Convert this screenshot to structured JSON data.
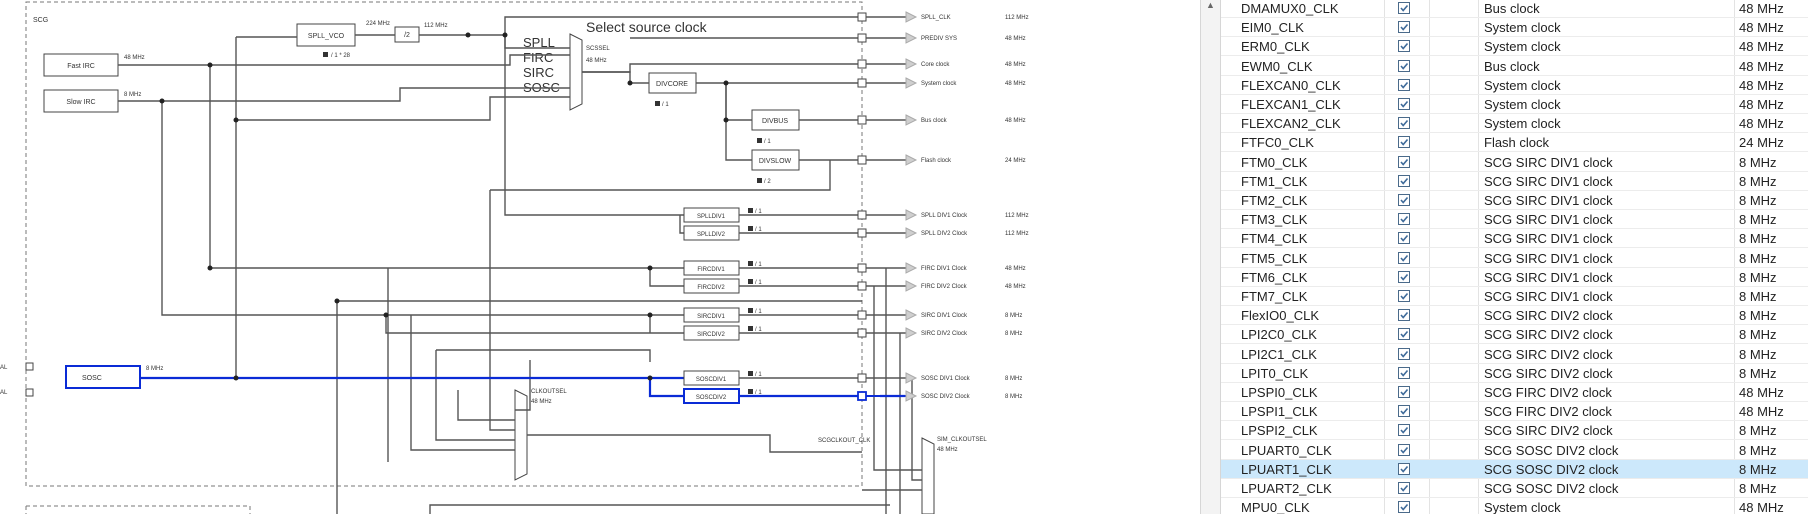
{
  "diagram": {
    "scg_label": "SCG",
    "select_source": "Select source clock",
    "fast_irc": "Fast IRC",
    "fast_irc_freq": "48 MHz",
    "slow_irc": "Slow IRC",
    "slow_irc_freq": "8 MHz",
    "spll_vco": "SPLL_VCO",
    "spll_vco_freq": "224 MHz",
    "div2": "/2",
    "div2_freq": "112 MHz",
    "mul_factor": "/ 1 * 28",
    "mux_inputs": [
      "SPLL",
      "FIRC",
      "SIRC",
      "SOSC"
    ],
    "scssel": "SCSSEL",
    "scssel_freq": "48 MHz",
    "divcore": "DIVCORE",
    "divcore_div": "/ 1",
    "divbus": "DIVBUS",
    "divbus_div": "/ 1",
    "divslow": "DIVSLOW",
    "divslow_div": "/ 2",
    "sosc": "SOSC",
    "sosc_freq": "8 MHz",
    "pin_label_1": "AL",
    "pin_label_2": "AL",
    "clkoutsel": "CLKOUTSEL",
    "clkoutsel_freq": "48 MHz",
    "scgclkout": "SCGCLKOUT_CLK",
    "sim_clkoutsel": "SIM_CLKOUTSEL",
    "sim_clkoutsel_freq": "48 MHz",
    "dividers": [
      {
        "name": "SPLLDIV1",
        "div": "/ 1"
      },
      {
        "name": "SPLLDIV2",
        "div": "/ 1"
      },
      {
        "name": "FIRCDIV1",
        "div": "/ 1"
      },
      {
        "name": "FIRCDIV2",
        "div": "/ 1"
      },
      {
        "name": "SIRCDIV1",
        "div": "/ 1"
      },
      {
        "name": "SIRCDIV2",
        "div": "/ 1"
      },
      {
        "name": "SOSCDIV1",
        "div": "/ 1"
      },
      {
        "name": "SOSCDIV2",
        "div": "/ 1"
      }
    ],
    "outputs": [
      {
        "name": "SPLL_CLK",
        "freq": "112 MHz"
      },
      {
        "name": "PREDIV SYS",
        "freq": "48 MHz"
      },
      {
        "name": "Core clock",
        "freq": "48 MHz"
      },
      {
        "name": "System clock",
        "freq": "48 MHz"
      },
      {
        "name": "Bus clock",
        "freq": "48 MHz"
      },
      {
        "name": "Flash clock",
        "freq": "24 MHz"
      },
      {
        "name": "SPLL DIV1 Clock",
        "freq": "112 MHz"
      },
      {
        "name": "SPLL DIV2 Clock",
        "freq": "112 MHz"
      },
      {
        "name": "FIRC DIV1 Clock",
        "freq": "48 MHz"
      },
      {
        "name": "FIRC DIV2 Clock",
        "freq": "48 MHz"
      },
      {
        "name": "SIRC DIV1 Clock",
        "freq": "8 MHz"
      },
      {
        "name": "SIRC DIV2 Clock",
        "freq": "8 MHz"
      },
      {
        "name": "SOSC DIV1 Clock",
        "freq": "8 MHz"
      },
      {
        "name": "SOSC DIV2 Clock",
        "freq": "8 MHz"
      }
    ]
  },
  "table": {
    "rows": [
      {
        "name": "DMAMUX0_CLK",
        "source": "Bus clock",
        "freq": "48 MHz",
        "selected": false
      },
      {
        "name": "EIM0_CLK",
        "source": "System clock",
        "freq": "48 MHz",
        "selected": false
      },
      {
        "name": "ERM0_CLK",
        "source": "System clock",
        "freq": "48 MHz",
        "selected": false
      },
      {
        "name": "EWM0_CLK",
        "source": "Bus clock",
        "freq": "48 MHz",
        "selected": false
      },
      {
        "name": "FLEXCAN0_CLK",
        "source": "System clock",
        "freq": "48 MHz",
        "selected": false
      },
      {
        "name": "FLEXCAN1_CLK",
        "source": "System clock",
        "freq": "48 MHz",
        "selected": false
      },
      {
        "name": "FLEXCAN2_CLK",
        "source": "System clock",
        "freq": "48 MHz",
        "selected": false
      },
      {
        "name": "FTFC0_CLK",
        "source": "Flash clock",
        "freq": "24 MHz",
        "selected": false
      },
      {
        "name": "FTM0_CLK",
        "source": "SCG SIRC DIV1 clock",
        "freq": "8 MHz",
        "selected": false
      },
      {
        "name": "FTM1_CLK",
        "source": "SCG SIRC DIV1 clock",
        "freq": "8 MHz",
        "selected": false
      },
      {
        "name": "FTM2_CLK",
        "source": "SCG SIRC DIV1 clock",
        "freq": "8 MHz",
        "selected": false
      },
      {
        "name": "FTM3_CLK",
        "source": "SCG SIRC DIV1 clock",
        "freq": "8 MHz",
        "selected": false
      },
      {
        "name": "FTM4_CLK",
        "source": "SCG SIRC DIV1 clock",
        "freq": "8 MHz",
        "selected": false
      },
      {
        "name": "FTM5_CLK",
        "source": "SCG SIRC DIV1 clock",
        "freq": "8 MHz",
        "selected": false
      },
      {
        "name": "FTM6_CLK",
        "source": "SCG SIRC DIV1 clock",
        "freq": "8 MHz",
        "selected": false
      },
      {
        "name": "FTM7_CLK",
        "source": "SCG SIRC DIV1 clock",
        "freq": "8 MHz",
        "selected": false
      },
      {
        "name": "FlexIO0_CLK",
        "source": "SCG SIRC DIV2 clock",
        "freq": "8 MHz",
        "selected": false
      },
      {
        "name": "LPI2C0_CLK",
        "source": "SCG SIRC DIV2 clock",
        "freq": "8 MHz",
        "selected": false
      },
      {
        "name": "LPI2C1_CLK",
        "source": "SCG SIRC DIV2 clock",
        "freq": "8 MHz",
        "selected": false
      },
      {
        "name": "LPIT0_CLK",
        "source": "SCG SIRC DIV2 clock",
        "freq": "8 MHz",
        "selected": false
      },
      {
        "name": "LPSPI0_CLK",
        "source": "SCG FIRC DIV2 clock",
        "freq": "48 MHz",
        "selected": false
      },
      {
        "name": "LPSPI1_CLK",
        "source": "SCG FIRC DIV2 clock",
        "freq": "48 MHz",
        "selected": false
      },
      {
        "name": "LPSPI2_CLK",
        "source": "SCG SIRC DIV2 clock",
        "freq": "8 MHz",
        "selected": false
      },
      {
        "name": "LPUART0_CLK",
        "source": "SCG SOSC DIV2 clock",
        "freq": "8 MHz",
        "selected": false
      },
      {
        "name": "LPUART1_CLK",
        "source": "SCG SOSC DIV2 clock",
        "freq": "8 MHz",
        "selected": true
      },
      {
        "name": "LPUART2_CLK",
        "source": "SCG SOSC DIV2 clock",
        "freq": "8 MHz",
        "selected": false
      },
      {
        "name": "MPU0_CLK",
        "source": "System clock",
        "freq": "48 MHz",
        "selected": false
      }
    ]
  },
  "colors": {
    "highlight": "#0a2bd6",
    "wire": "#555555",
    "selected_row": "#cce8fb",
    "check": "#3f6b9a"
  },
  "icons": {
    "checkbox": "checked-checkbox-icon",
    "lock": "lock-icon",
    "scroll_up": "scroll-up-arrow-icon"
  }
}
